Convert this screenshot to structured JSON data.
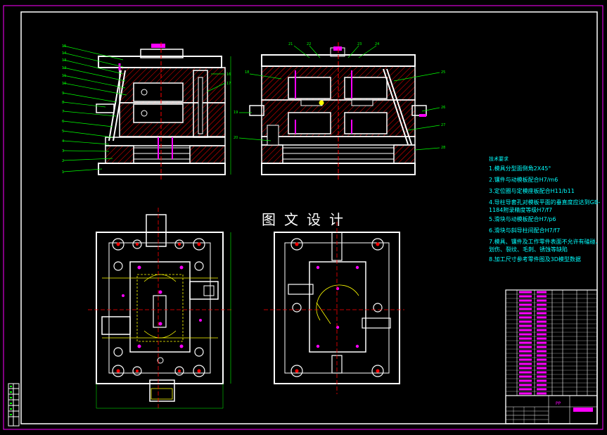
{
  "watermark": "图文设计",
  "technical_notes": {
    "title": "技术要求",
    "items": [
      "1.模具分型面倒角2X45°",
      "2.镶件与动模板配合H7/m6",
      "3.定位圈与定模座板配合H11/b11",
      "4.导柱导套孔对模板平面的垂直度应达到GB-1184附录精度等级H7/f7",
      "5.滑块与动模板配合H7/p6",
      "6.滑块与斜导柱间配合H7/f7",
      "7.模具、镶件及工作零件表面不允许有磕碰、划伤、裂纹、毛刺、锈蚀等缺陷",
      "8.加工尺寸参考零件图及3D模型数据"
    ]
  },
  "title_block": {
    "material_label": "PP"
  },
  "colors": {
    "frame": "#ff00ff",
    "outline": "#ffffff",
    "leader": "#00ff00",
    "centerline": "#ff0000",
    "hatch": "#ff0000",
    "pin": "#ff00ff",
    "text": "#00ffff",
    "accent": "#ffff00"
  }
}
